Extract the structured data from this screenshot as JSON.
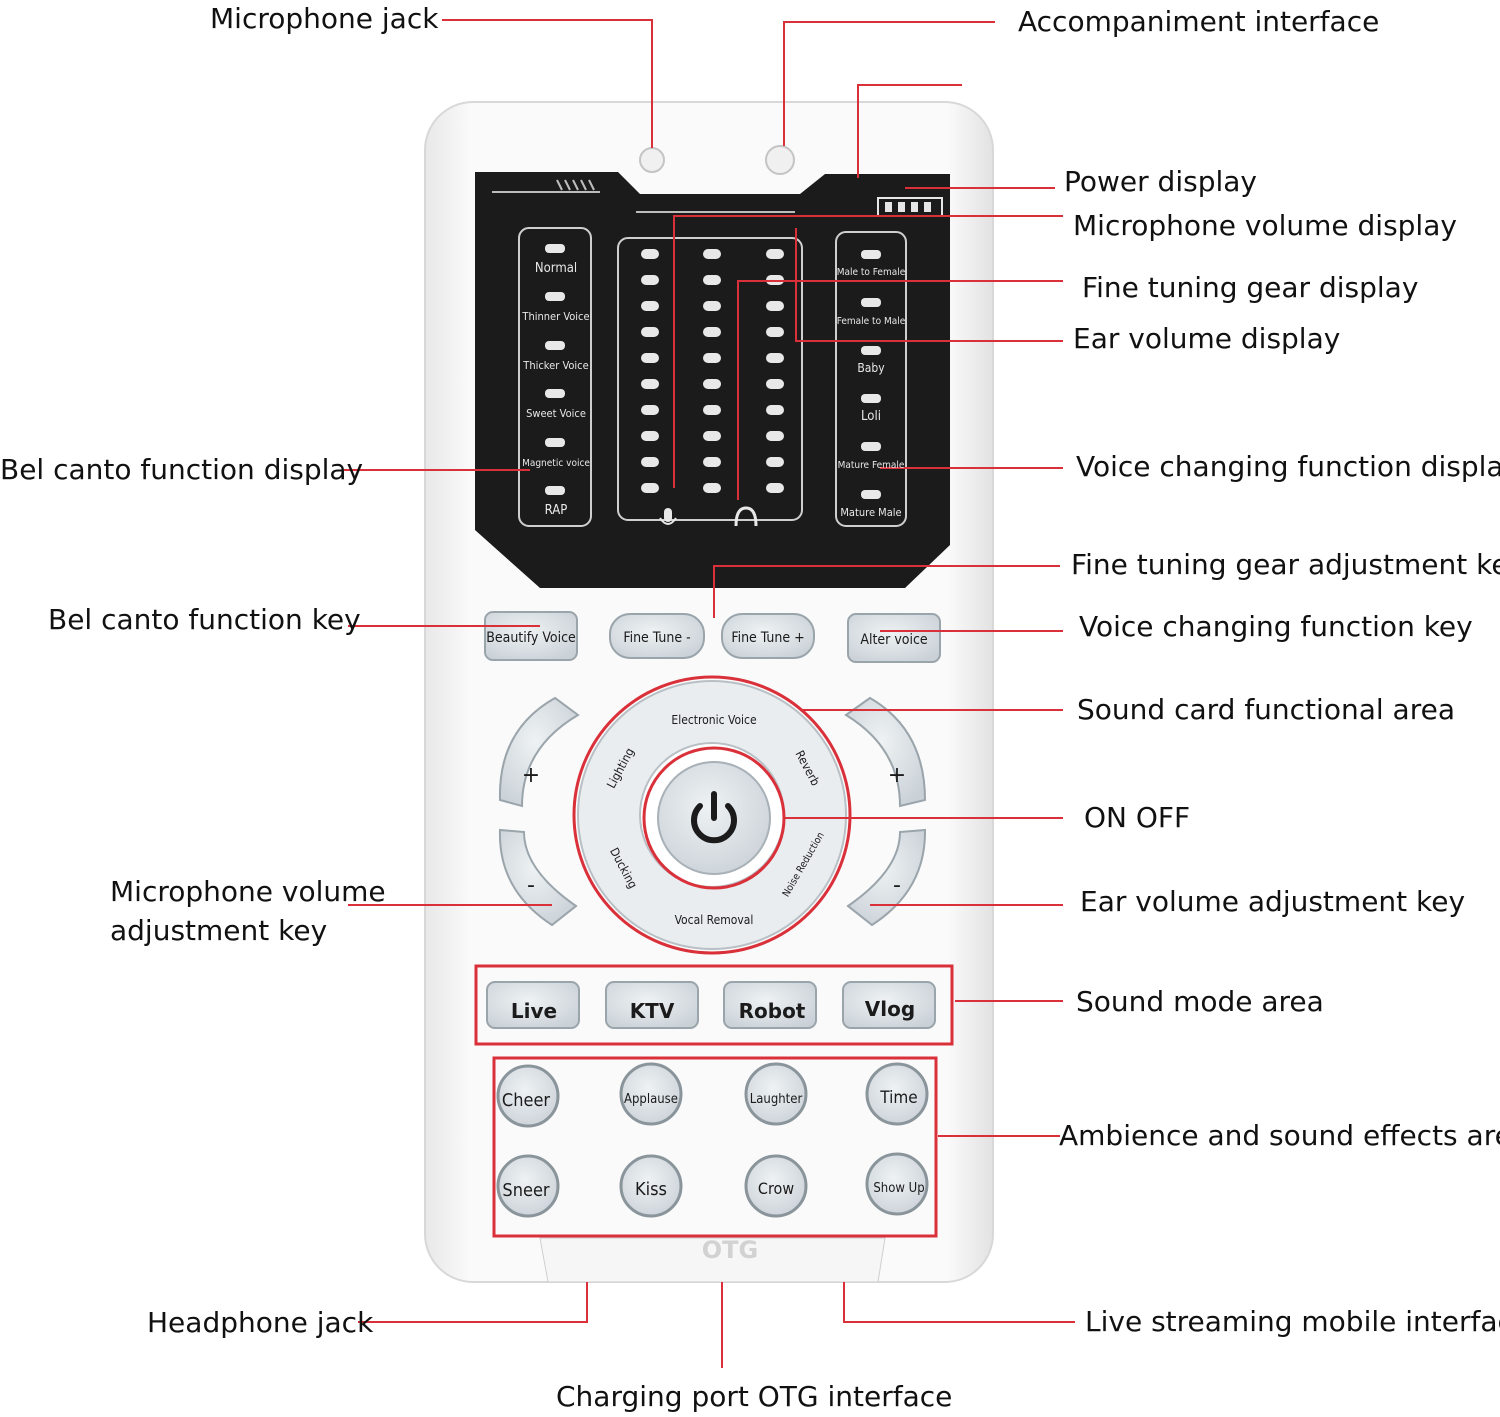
{
  "callouts": {
    "microphone_jack": "Microphone jack",
    "accompaniment_interface": "Accompaniment interface",
    "power_display": "Power display",
    "microphone_volume_display": "Microphone volume display",
    "fine_tuning_gear_display": "Fine tuning gear display",
    "ear_volume_display": "Ear volume display",
    "bel_canto_function_display": "Bel canto function display",
    "voice_changing_function_display": "Voice changing function display",
    "fine_tuning_gear_adjustment_key": "Fine tuning gear adjustment key",
    "bel_canto_function_key": "Bel canto function key",
    "voice_changing_function_key": "Voice changing function key",
    "sound_card_functional_area": "Sound card functional area",
    "on_off": "ON OFF",
    "microphone_volume_adjustment_key": "Microphone volume adjustment key",
    "ear_volume_adjustment_key": "Ear volume adjustment key",
    "sound_mode_area": "Sound mode area",
    "ambience_and_sound_effects_area": "Ambience and sound effects area",
    "headphone_jack": "Headphone jack",
    "live_streaming_mobile_interface": "Live streaming mobile interface",
    "charging_port_otg_interface": "Charging port OTG interface"
  },
  "device": {
    "bel_canto_modes": [
      "Normal",
      "Thinner Voice",
      "Thicker Voice",
      "Sweet Voice",
      "Magnetic voice",
      "RAP"
    ],
    "voice_change_modes": [
      "Male to Female",
      "Female to Male",
      "Baby",
      "Loli",
      "Mature Female",
      "Mature Male"
    ],
    "top_keys": [
      "Beautify Voice",
      "Fine Tune -",
      "Fine Tune +",
      "Alter voice"
    ],
    "ring_keys": [
      "Electronic Voice",
      "Reverb",
      "Noise Reduction",
      "Vocal Removal",
      "Ducking",
      "Lighting"
    ],
    "sound_modes": [
      "Live",
      "KTV",
      "Robot",
      "Vlog"
    ],
    "effects_row1": [
      "Cheer",
      "Applause",
      "Laughter",
      "Time"
    ],
    "effects_row2": [
      "Sneer",
      "Kiss",
      "Crow",
      "Show Up"
    ],
    "bottom_port_label": "OTG",
    "vol_plus": "+",
    "vol_minus": "-"
  },
  "colors": {
    "callout_line": "#d9303a",
    "panel": "#1a1a1a",
    "body": "#f4f4f4",
    "key": "#dfe4e8"
  }
}
